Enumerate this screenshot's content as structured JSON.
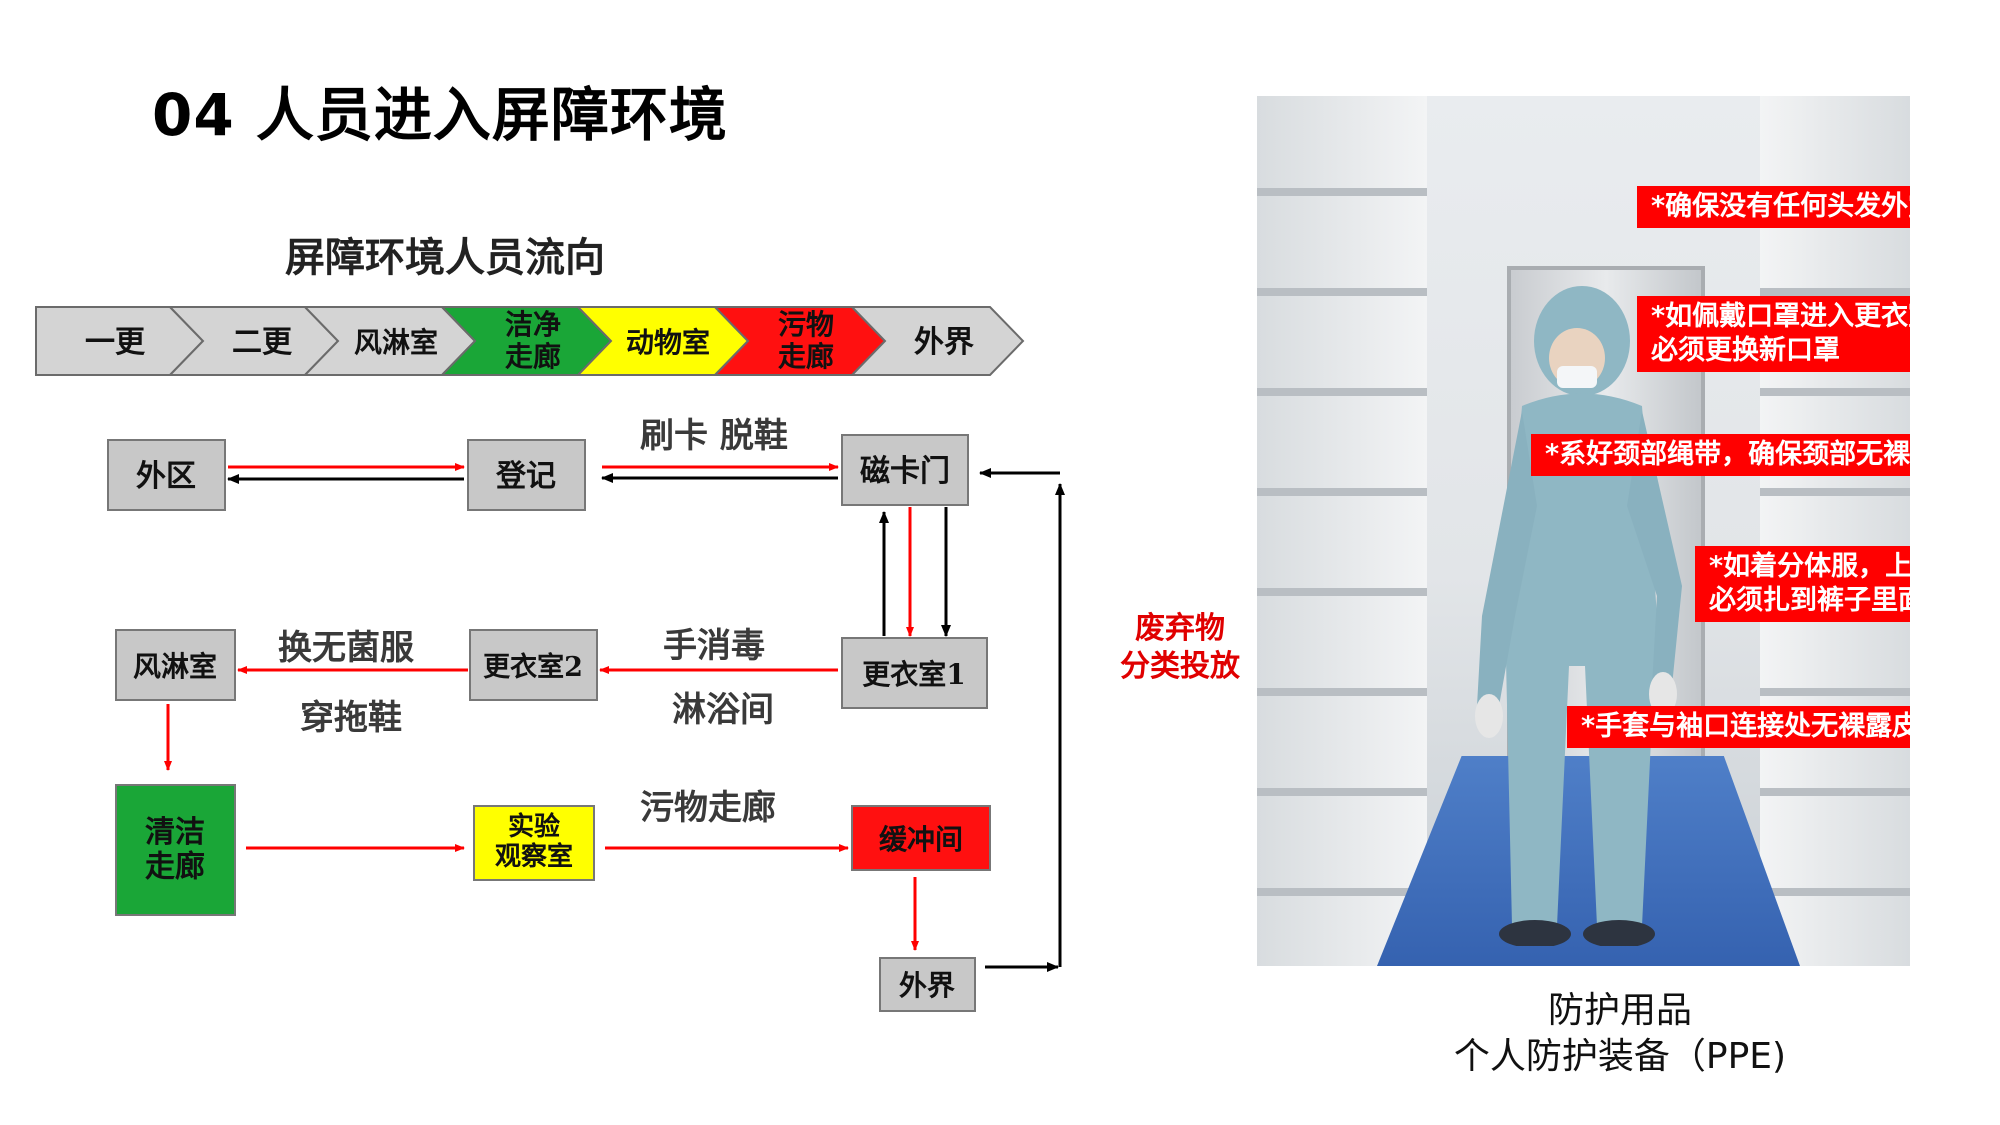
{
  "page_title": "04 人员进入屏障环境",
  "flow_title": "屏障环境人员流向",
  "sequence": [
    {
      "label": "一更",
      "color": "#d4d4d4"
    },
    {
      "label": "二更",
      "color": "#d4d4d4"
    },
    {
      "label": "风淋室",
      "color": "#d4d4d4"
    },
    {
      "label": "洁净\n走廊",
      "color": "#1aa637"
    },
    {
      "label": "动物室",
      "color": "#ffff00"
    },
    {
      "label": "污物\n走廊",
      "color": "#ff1010"
    },
    {
      "label": "外界",
      "color": "#d4d4d4"
    }
  ],
  "nodes": {
    "outer_zone": "外区",
    "register": "登记",
    "card_door": "磁卡门",
    "locker1": "更衣室1",
    "locker2": "更衣室2",
    "air_shower": "风淋室",
    "clean_corridor": "清洁\n走廊",
    "lab_room": "实验\n观察室",
    "buffer": "缓冲间",
    "outside": "外界"
  },
  "edge_labels": {
    "swipe_shoes": "刷卡  脱鞋",
    "hand_disinfect": "手消毒",
    "shower": "淋浴间",
    "sterile_clothes": "换无菌服",
    "slippers": "穿拖鞋",
    "dirty_corridor": "污物走廊",
    "waste_sorting": "废弃物\n分类投放"
  },
  "node_colors": {
    "gray": "#c8c8c8",
    "green": "#1aa637",
    "yellow": "#ffff00",
    "red": "#ff1010",
    "arrow_red": "#ff0000",
    "arrow_black": "#000000"
  },
  "ppe_notes": [
    "*确保没有任何头发外露",
    "*如佩戴口罩进入更衣室\n必须更换新口罩",
    "*系好颈部绳带，确保颈部无裸露",
    "*如着分体服，上衣\n必须扎到裤子里面",
    "*手套与袖口连接处无裸露皮肤"
  ],
  "caption": {
    "line1": "防护用品",
    "line2": "个人防护装备（PPE)"
  }
}
